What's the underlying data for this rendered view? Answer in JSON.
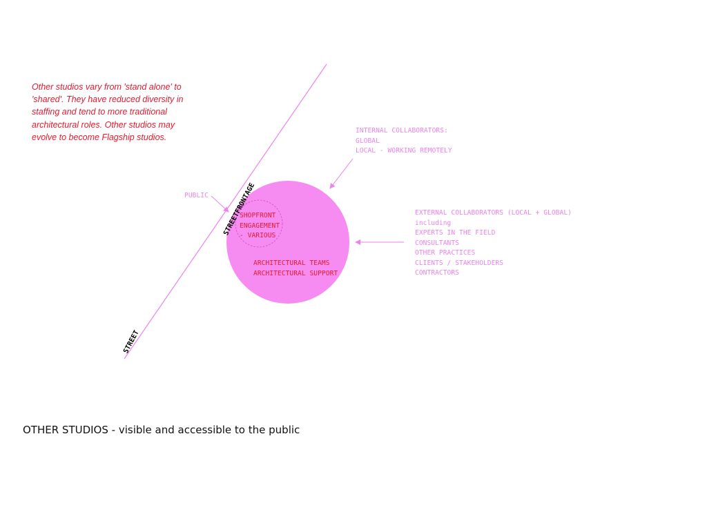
{
  "colors": {
    "magenta": "#ee82ee",
    "circle_fill": "#f68cf2",
    "red": "#e8192c",
    "pink_text": "#ee82ee",
    "black": "#111111"
  },
  "note": {
    "lines": [
      "Other studios vary from 'stand alone' to",
      "'shared'. They have reduced diversity in",
      "staffing and tend to more traditional",
      "architectural roles. Other studios may",
      "evolve to become Flagship studios."
    ]
  },
  "labels": {
    "street": "STREET",
    "streetfrontage": "STREETFRONTAGE",
    "public": "PUBLIC",
    "internal": [
      "INTERNAL COLLABORATORS:",
      "GLOBAL",
      "LOCAL - WORKING REMOTELY"
    ],
    "external": [
      "EXTERNAL COLLABORATORS (LOCAL + GLOBAL)",
      "including",
      "EXPERTS IN THE FIELD",
      "CONSULTANTS",
      "OTHER PRACTICES",
      "CLIENTS / STAKEHOLDERS",
      "CONTRACTORS"
    ],
    "shopfront": [
      "SHOPFRONT",
      "ENGAGEMENT",
      "- VARIOUS"
    ],
    "teams": [
      "ARCHITECTURAL TEAMS",
      "ARCHITECTURAL SUPPORT"
    ]
  },
  "caption": "OTHER STUDIOS - visible and accessible to the public"
}
